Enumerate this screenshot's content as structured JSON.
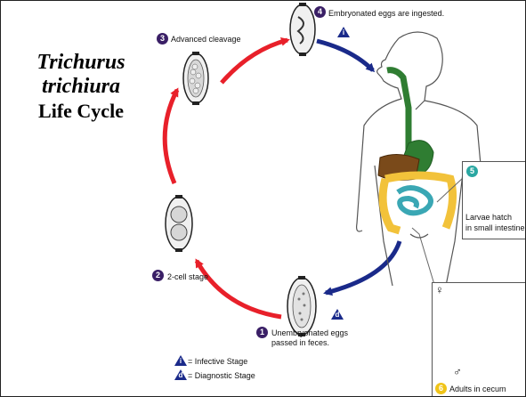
{
  "title": {
    "line1": "Trichurus",
    "line2": "trichiura",
    "line3": "Life Cycle"
  },
  "stages": [
    {
      "number": "1",
      "text_line1": "Unembryonated eggs",
      "text_line2": "passed in feces."
    },
    {
      "number": "2",
      "text": "2-cell stage"
    },
    {
      "number": "3",
      "text": "Advanced cleavage"
    },
    {
      "number": "4",
      "text": "Embryonated eggs are ingested."
    },
    {
      "number": "5",
      "text_line1": "Larvae hatch",
      "text_line2": "in small intestine"
    },
    {
      "number": "6",
      "text": "Adults in cecum"
    }
  ],
  "legend": {
    "infective_letter": "i",
    "infective_text": "= Infective Stage",
    "diagnostic_letter": "d",
    "diagnostic_text": "= Diagnostic Stage"
  },
  "sex_symbols": {
    "female": "♀",
    "male": "♂"
  },
  "colors": {
    "arrow_red": "#e8202a",
    "arrow_blue": "#1a2a8a",
    "stage_badge": "#3a1f66",
    "larva_badge": "#2aa7a2",
    "adult_badge": "#f0c419",
    "esophagus_green": "#2f7d32",
    "liver_brown": "#7a4a1a",
    "intestine_yellow": "#f2c23a",
    "small_intestine_teal": "#3aa7b4"
  }
}
